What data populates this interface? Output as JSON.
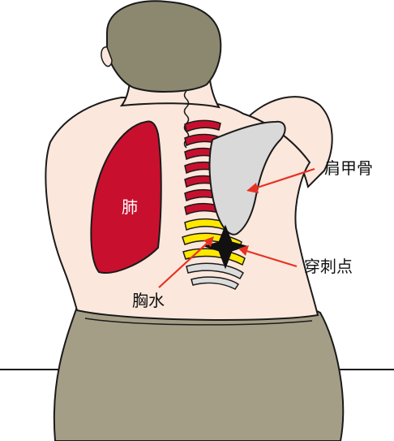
{
  "labels": {
    "lung": "肺",
    "scapula": "肩甲骨",
    "puncture_point": "穿刺点",
    "pleural_effusion": "胸水"
  },
  "colors": {
    "skin": "#fbe7dc",
    "hair": "#8c8870",
    "lung": "#c8102e",
    "rib_upper": "#c8102e",
    "rib_lower": "#dcdcdc",
    "effusion": "#ffe800",
    "scapula": "#d9d9d9",
    "trousers": "#a59e87",
    "arrow": "#e53222",
    "outline": "#1a1a1a"
  }
}
